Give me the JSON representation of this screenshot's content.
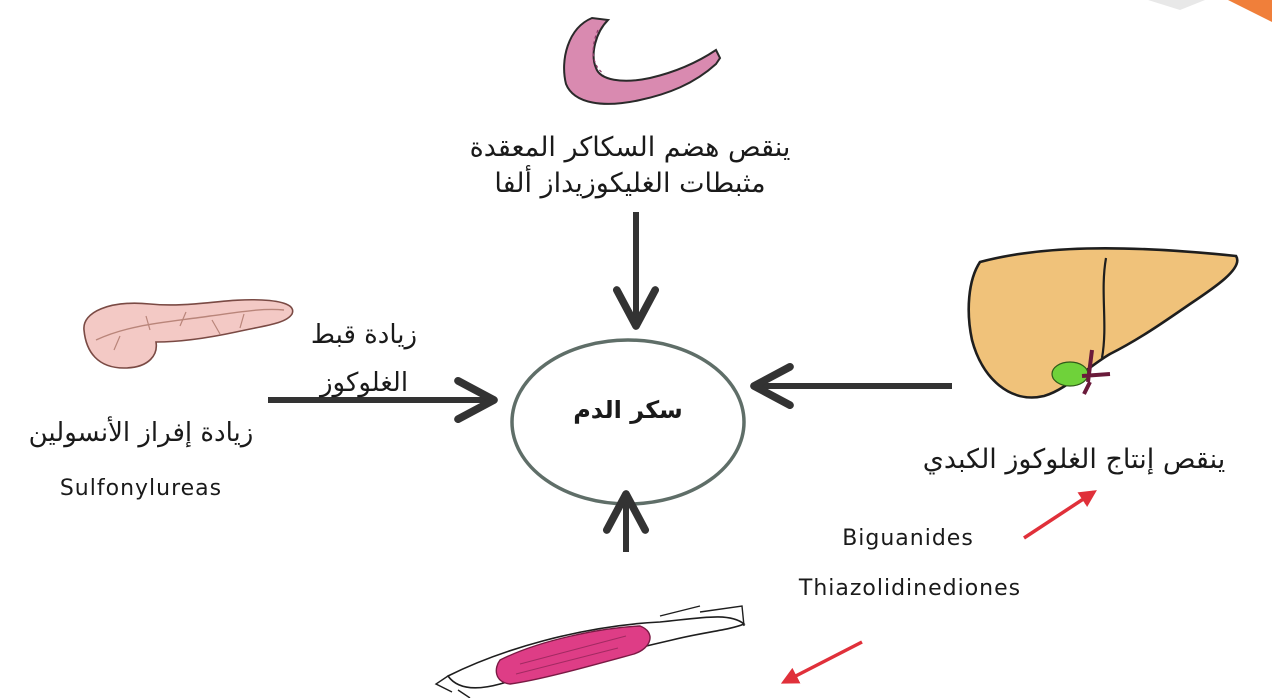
{
  "center": {
    "label": "سكر الدم"
  },
  "top": {
    "line1": "ينقص هضم السكاكر المعقدة",
    "line2": "مثبطات الغليكوزيداز ألفا"
  },
  "left": {
    "arrow_label_line1": "زيادة قبط",
    "arrow_label_line2": "الغلوكوز",
    "line1": "زيادة إفراز الأنسولين",
    "drug": "Sulfonylureas"
  },
  "right": {
    "line1": "ينقص إنتاج الغلوكوز الكبدي"
  },
  "drugs": {
    "biguanides": "Biguanides",
    "thiazolidinediones": "Thiazolidinediones"
  },
  "colors": {
    "arrow": "#333333",
    "ellipse_stroke": "#5f6e68",
    "red_arrow": "#e0303a",
    "stomach": "#d98ab0",
    "pancreas": "#f3c9c5",
    "liver": "#f0c27a",
    "gallbladder": "#6fd23a",
    "muscle": "#de3d86"
  },
  "icons": [
    "stomach-icon",
    "pancreas-icon",
    "liver-icon",
    "muscle-icon"
  ]
}
